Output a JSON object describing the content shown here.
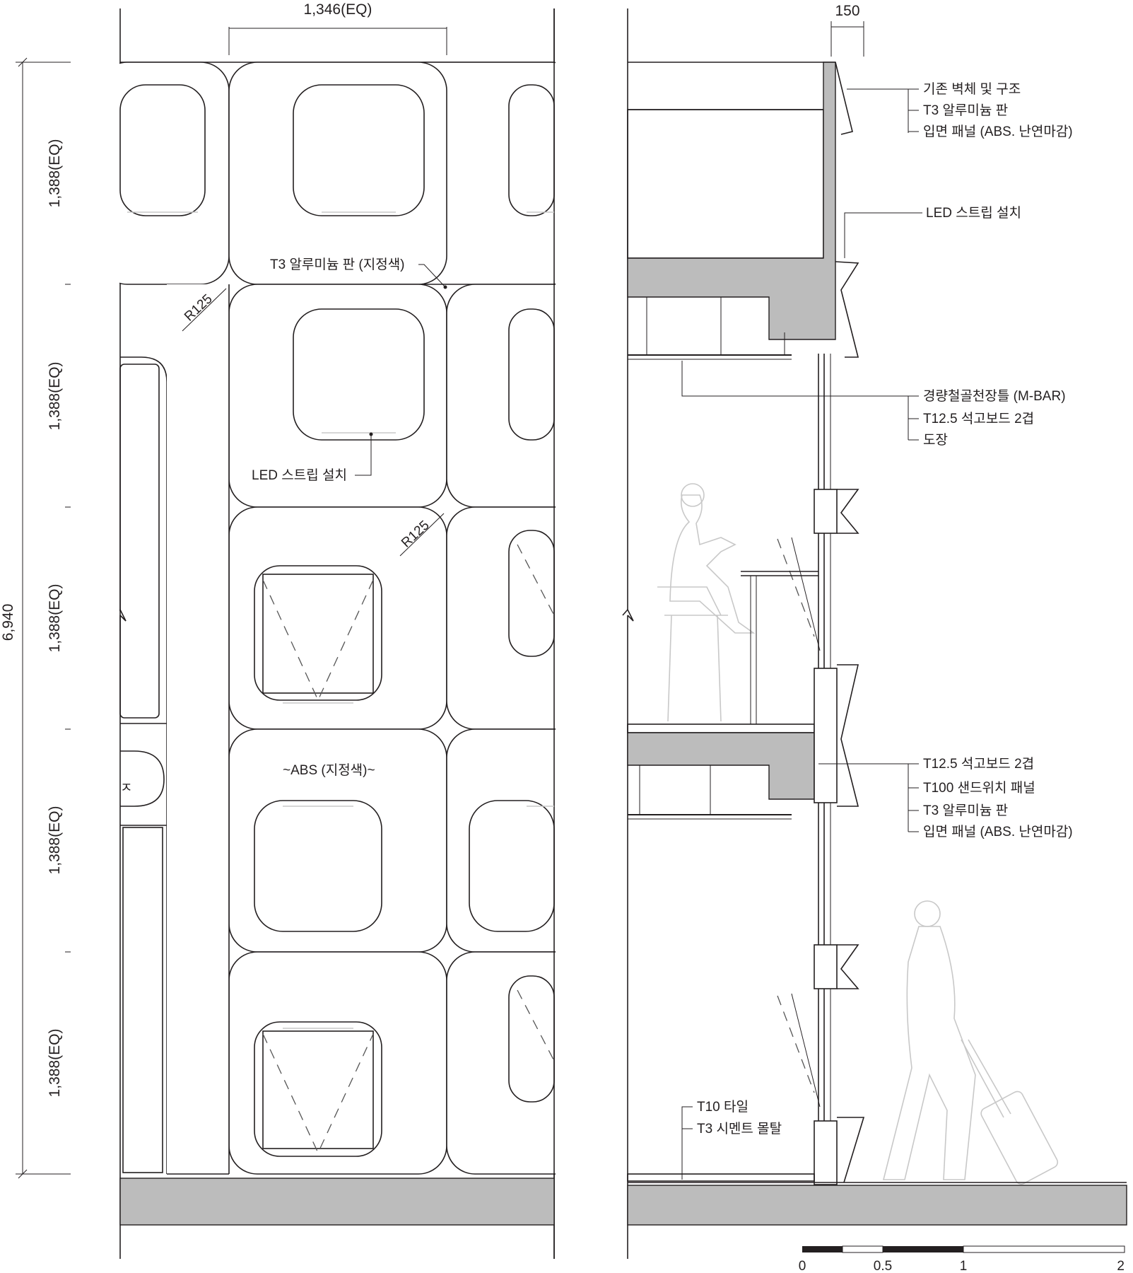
{
  "elevation": {
    "top_dimension": "1,346(EQ)",
    "overall_dimension": "6,940",
    "module_dimensions": [
      "1,388(EQ)",
      "1,388(EQ)",
      "1,388(EQ)",
      "1,388(EQ)",
      "1,388(EQ)"
    ],
    "radius_labels": [
      "R125",
      "R125"
    ],
    "notes": {
      "aluminum_panel": "T3 알루미늄 판 (지정색)",
      "led_strip": "LED 스트립 설치",
      "abs": "~ABS (지정색)~"
    }
  },
  "section": {
    "top_dimension": "150",
    "callouts_top": [
      "기존 벽체 및 구조",
      "T3 알루미늄 판",
      "입면 패널 (ABS. 난연마감)"
    ],
    "callout_led": "LED 스트립 설치",
    "callouts_ceiling": [
      "경량철골천장틀 (M-BAR)",
      "T12.5 석고보드 2겹",
      "도장"
    ],
    "callouts_slab": [
      "T12.5 석고보드 2겹",
      "T100 샌드위치 패널",
      "T3 알루미늄 판",
      "입면 패널 (ABS. 난연마감)"
    ],
    "callouts_floor": [
      "T10 타일",
      "T3 시멘트 몰탈"
    ]
  },
  "scale_bar": {
    "ticks": [
      "0",
      "0.5",
      "1",
      "2"
    ]
  }
}
